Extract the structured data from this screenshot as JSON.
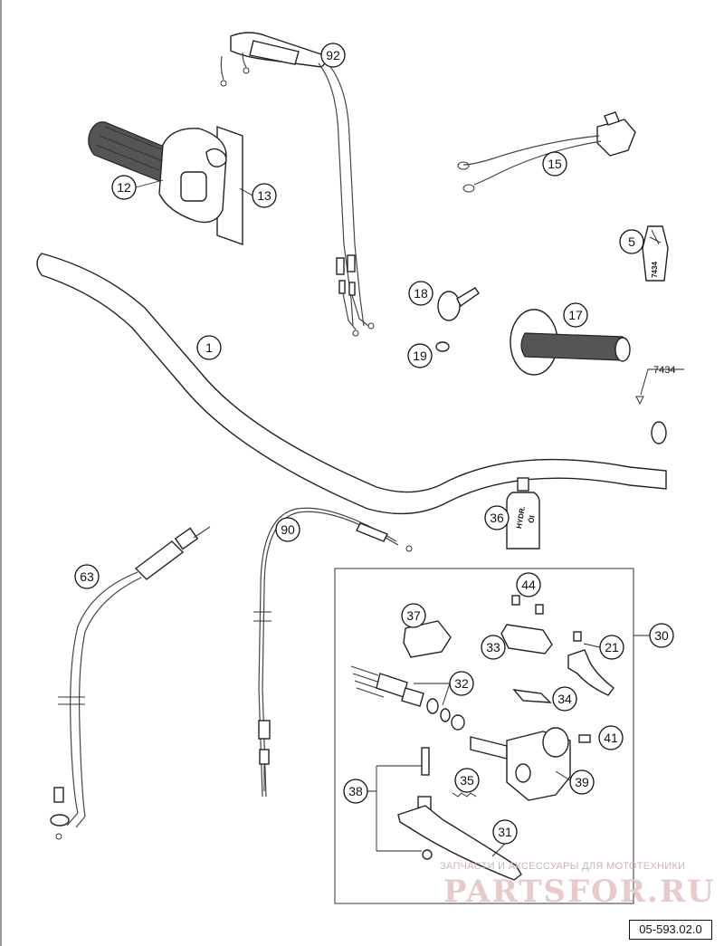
{
  "diagram": {
    "reference_code": "05-593.02.0",
    "dimension_label": "7434",
    "bottle_label_1": "HYDR.",
    "bottle_label_2": "Öl",
    "tube_label": "7434",
    "watermark_line": "ЗАПЧАСТИ И АКСЕССУАРЫ ДЛЯ МОТОТЕХНИКИ",
    "watermark_brand": "PARTSFOR.RU",
    "callouts": [
      "1",
      "5",
      "12",
      "13",
      "15",
      "17",
      "18",
      "19",
      "21",
      "30",
      "31",
      "32",
      "33",
      "34",
      "35",
      "36",
      "37",
      "38",
      "39",
      "41",
      "44",
      "63",
      "90",
      "92"
    ]
  }
}
